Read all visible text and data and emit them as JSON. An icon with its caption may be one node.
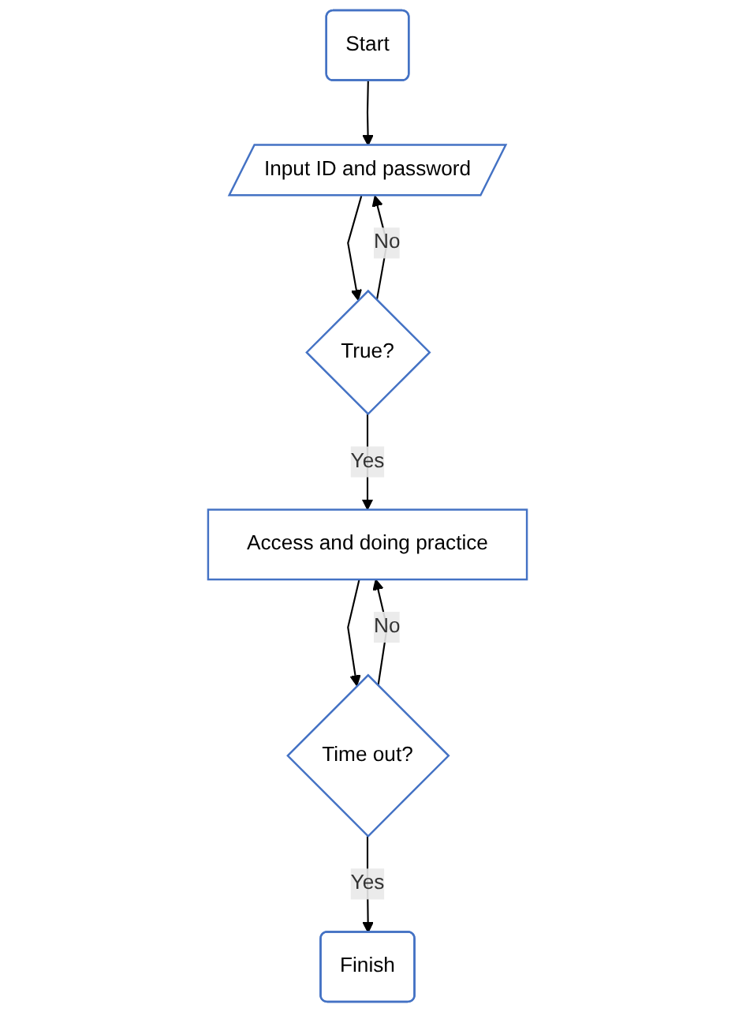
{
  "diagram": {
    "nodes": [
      {
        "text": [
          "Start"
        ]
      },
      {
        "text": [
          "Input ID and password"
        ]
      },
      {
        "text": [
          "True?"
        ]
      },
      {
        "text": [
          "Access and doing practice"
        ]
      },
      {
        "text": [
          "Time out?"
        ]
      },
      {
        "text": [
          "Finish"
        ]
      }
    ],
    "edges": [
      {
        "from": 0,
        "to": 1,
        "arrow": "to"
      },
      {
        "from": 1,
        "to": 2,
        "arrow": "to"
      },
      {
        "from": 2,
        "to": 1,
        "arrow": "to",
        "label": "No"
      },
      {
        "from": 2,
        "to": 3,
        "arrow": "to",
        "label": "Yes"
      },
      {
        "from": 3,
        "to": 4,
        "arrow": "to"
      },
      {
        "from": 4,
        "to": 3,
        "arrow": "to",
        "label": "No"
      },
      {
        "from": 4,
        "to": 5,
        "arrow": "to",
        "label": "Yes"
      }
    ]
  }
}
